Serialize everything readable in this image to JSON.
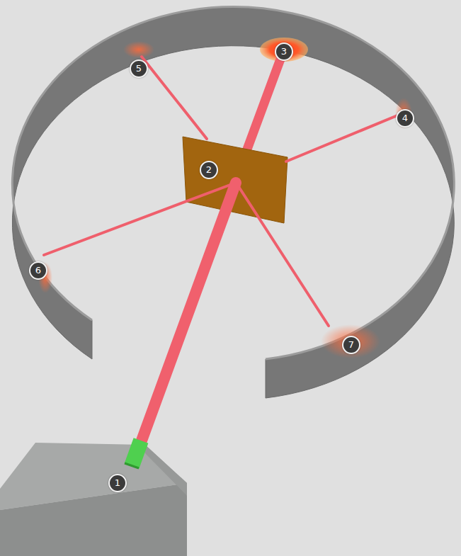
{
  "diagram": {
    "labels": [
      "5",
      "3",
      "4",
      "2",
      "6",
      "7",
      "1"
    ]
  }
}
